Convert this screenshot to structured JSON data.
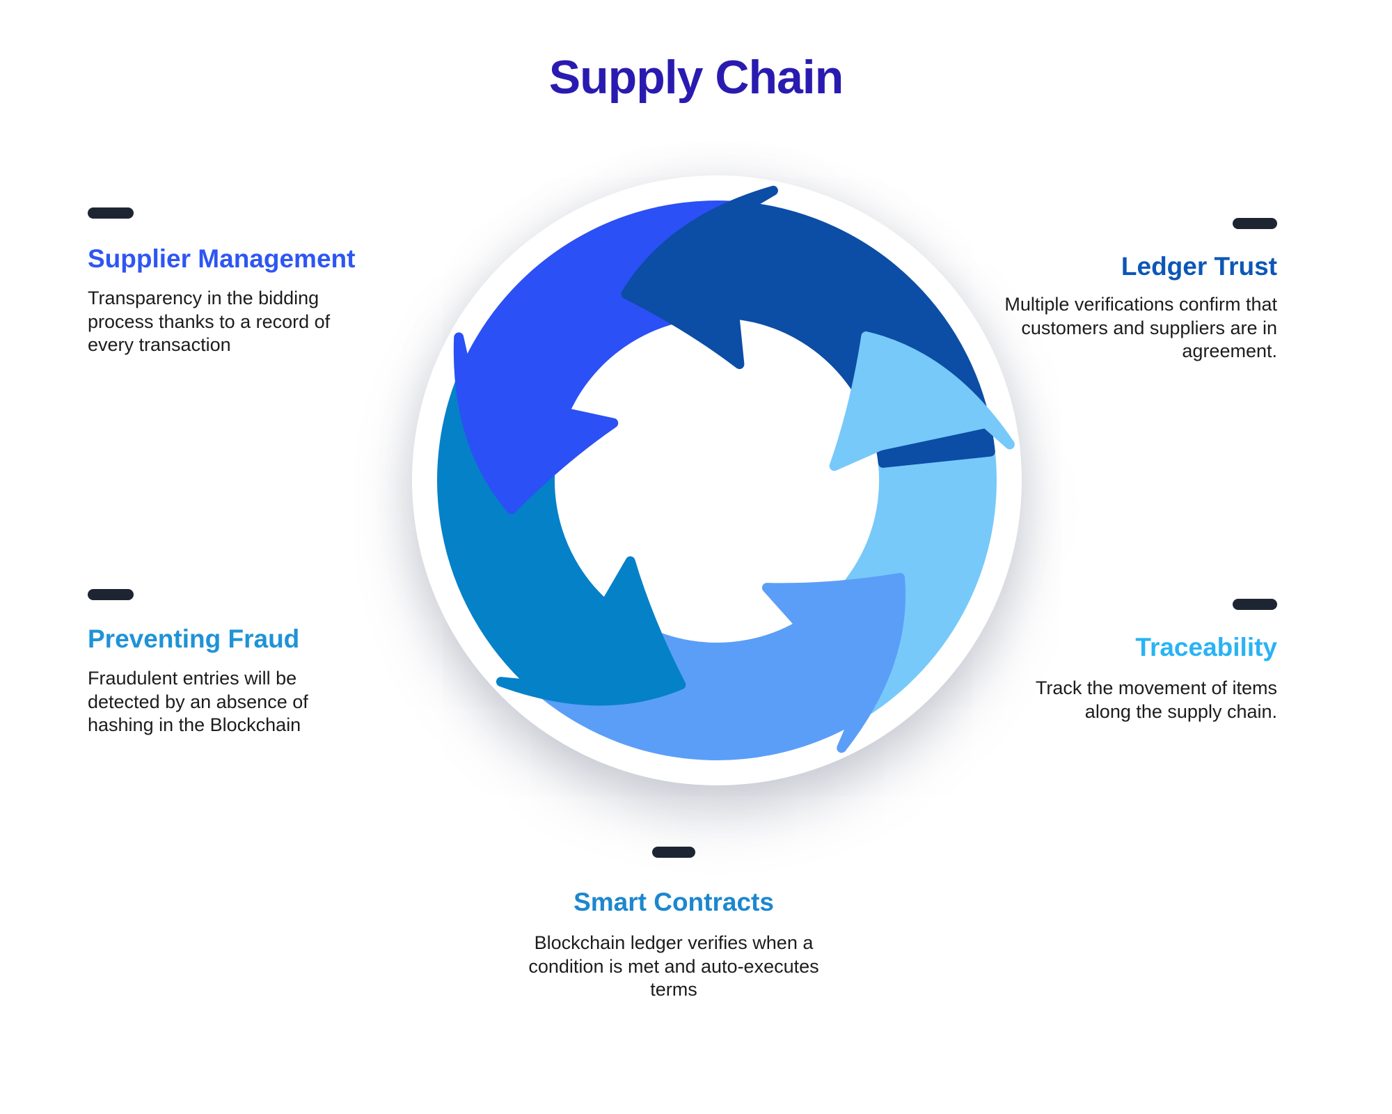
{
  "title": "Supply Chain",
  "colors": {
    "title": "#2A1BB0",
    "dash": "#1E2532",
    "body_text": "#1C1C1E",
    "background": "#ffffff"
  },
  "sections": [
    {
      "id": "supplier-management",
      "title": "Supplier Management",
      "color": "#2E56F3",
      "body": "Transparency in the bidding process thanks to a record of every transaction"
    },
    {
      "id": "ledger-trust",
      "title": "Ledger Trust",
      "color": "#0C57B5",
      "body": "Multiple verifications confirm that customers and suppliers are in agreement."
    },
    {
      "id": "preventing-fraud",
      "title": "Preventing Fraud",
      "color": "#1E93D6",
      "body": "Fraudulent entries will be detected by an absence of hashing in the Blockchain"
    },
    {
      "id": "traceability",
      "title": "Traceability",
      "color": "#29B3F4",
      "body": "Track the movement of items along the supply chain."
    },
    {
      "id": "smart-contracts",
      "title": "Smart Contracts",
      "color": "#1C87CE",
      "body": "Blockchain ledger verifies when a condition is met and auto-executes terms"
    }
  ],
  "cycle": {
    "direction": "counterclockwise",
    "arrows": [
      {
        "name": "traceability-arrow",
        "color": "#77C9F9"
      },
      {
        "name": "smart-contracts-arrow",
        "color": "#5B9EF8"
      },
      {
        "name": "preventing-fraud-arrow",
        "color": "#0581C8"
      },
      {
        "name": "supplier-management-arrow",
        "color": "#2B50F5"
      },
      {
        "name": "ledger-trust-arrow",
        "color": "#0C4DA6"
      }
    ]
  }
}
